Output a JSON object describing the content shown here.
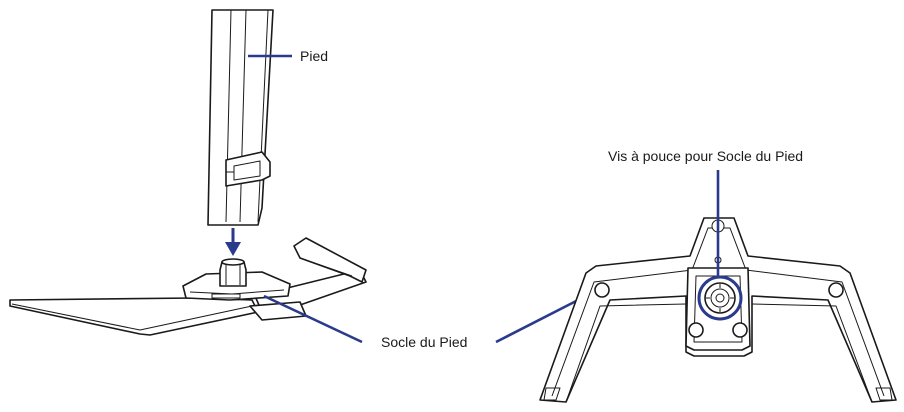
{
  "labels": {
    "stand": "Pied",
    "base": "Socle du Pied",
    "screw": "Vis à pouce pour Socle du Pied"
  },
  "colors": {
    "accent": "#2a3a8c",
    "line": "#1a1a1a",
    "background": "#ffffff"
  }
}
